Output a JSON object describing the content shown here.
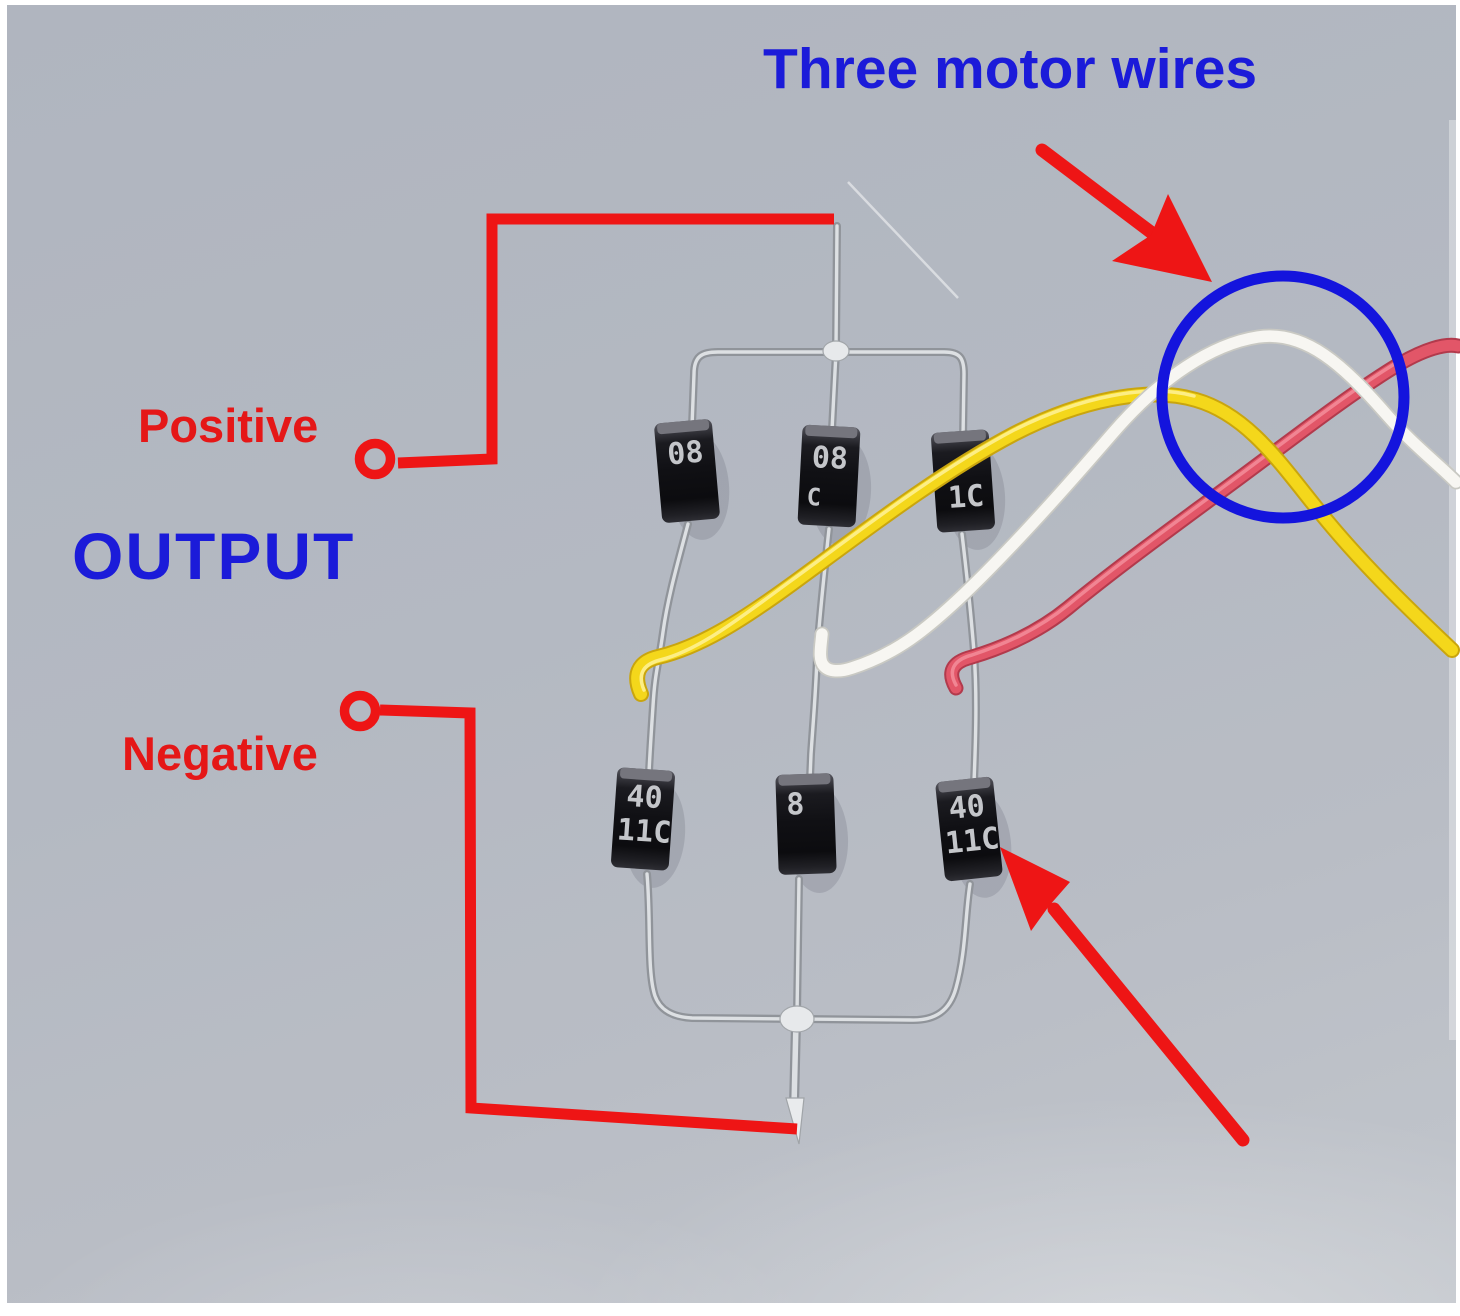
{
  "scene": {
    "background_gray": "#b4b9c2",
    "annotation_red": "#ee1515",
    "annotation_blue": "#1414dd",
    "wire_yellow": "#f4d71b",
    "wire_yellow_dark": "#c9a50e",
    "wire_white": "#f7f6f2",
    "wire_white_dark": "#c9c9c3",
    "wire_red": "#e25668",
    "wire_red_dark": "#b23a4c",
    "lead_silver_light": "#dde0e3",
    "lead_silver_dark": "#90949a",
    "diode_body_black": "#101014",
    "diode_marking_gray": "#d2d4d8"
  },
  "labels": {
    "three_motor_wires": "Three motor wires",
    "positive": "Positive",
    "output": "OUTPUT",
    "negative": "Negative"
  },
  "components": {
    "diodes": [
      {
        "id": "top-left",
        "marking_line1": "08",
        "marking_line2": ""
      },
      {
        "id": "top-middle",
        "marking_line1": "08",
        "marking_line2": "C"
      },
      {
        "id": "top-right",
        "marking_line1": "",
        "marking_line2": "1C"
      },
      {
        "id": "bottom-left",
        "marking_line1": "40",
        "marking_line2": "11C"
      },
      {
        "id": "bottom-middle",
        "marking_line1": "8",
        "marking_line2": ""
      },
      {
        "id": "bottom-right",
        "marking_line1": "40",
        "marking_line2": "11C"
      }
    ],
    "motor_wires": [
      {
        "name": "yellow wire",
        "color": "#f4d71b"
      },
      {
        "name": "white wire",
        "color": "#f7f6f2"
      },
      {
        "name": "red wire",
        "color": "#e25668"
      }
    ]
  }
}
